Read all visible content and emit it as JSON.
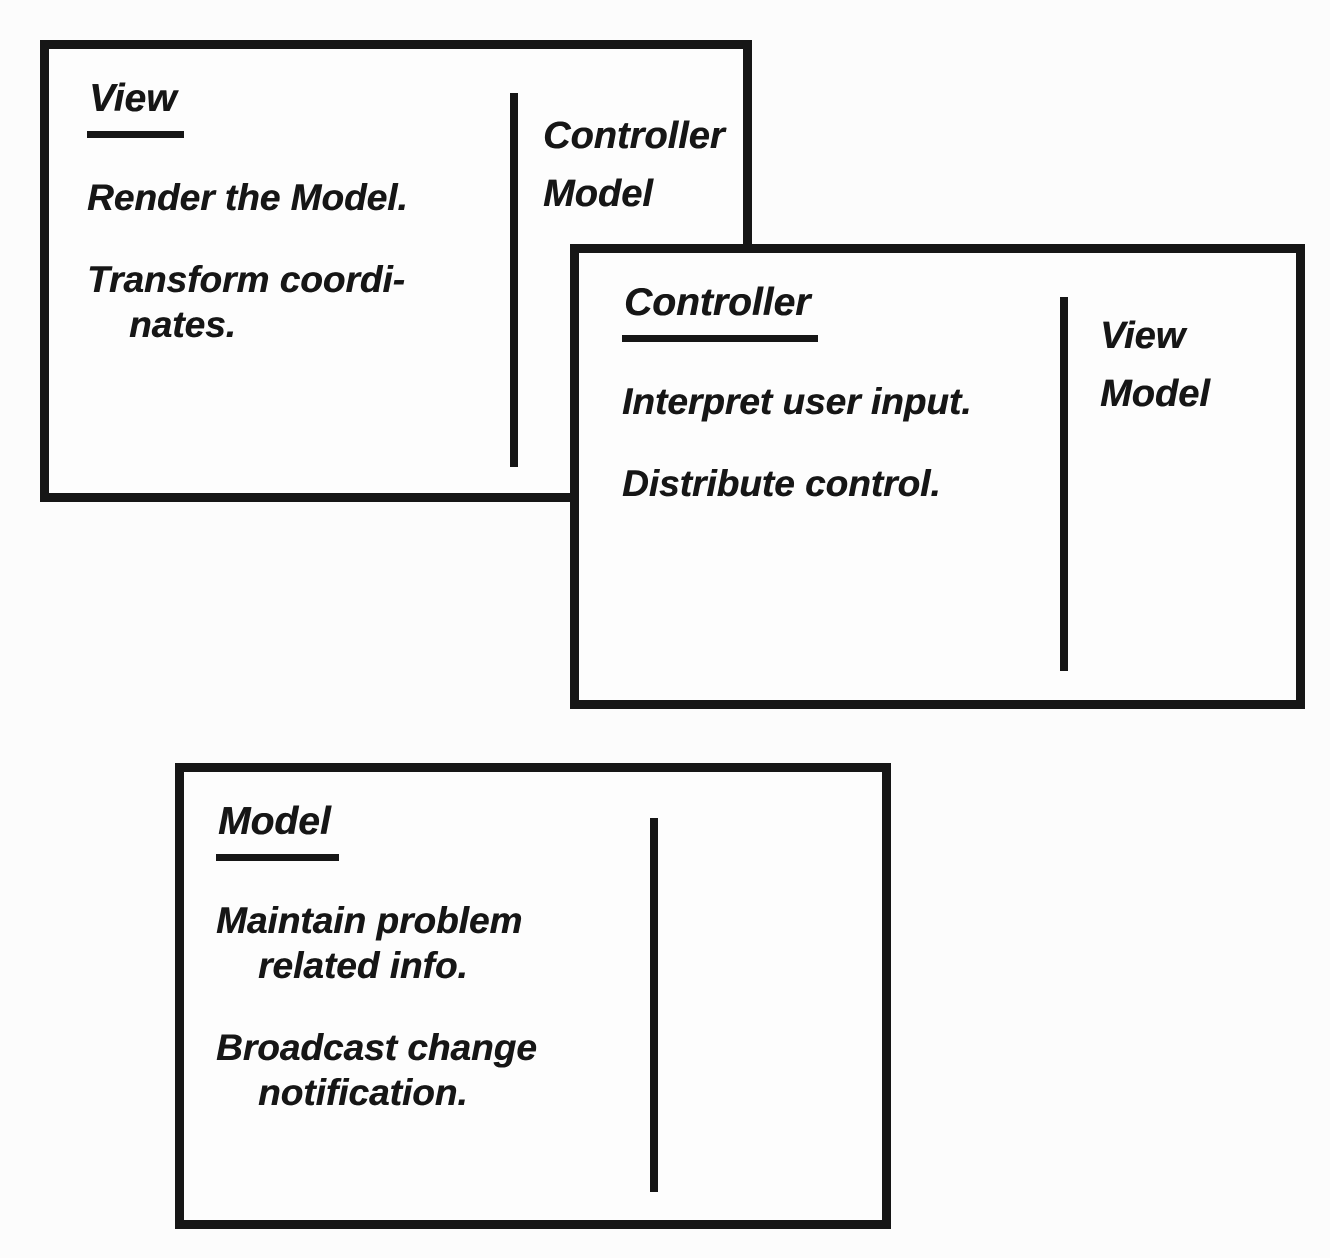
{
  "colors": {
    "ink": "#161616",
    "paper": "#fdfdfd",
    "page_background": "#fcfcfc"
  },
  "cards": [
    {
      "id": "view",
      "title": "View",
      "paragraphs": [
        [
          "Render the Model."
        ],
        [
          "Transform coordi-",
          "nates."
        ]
      ],
      "collaborators": [
        "Controller",
        "Model"
      ]
    },
    {
      "id": "controller",
      "title": "Controller",
      "paragraphs": [
        [
          "Interpret user input."
        ],
        [
          "Distribute control."
        ]
      ],
      "collaborators": [
        "View",
        "Model"
      ]
    },
    {
      "id": "model",
      "title": "Model",
      "paragraphs": [
        [
          "Maintain problem",
          "related info."
        ],
        [
          "Broadcast change",
          "notification."
        ]
      ],
      "collaborators": []
    }
  ]
}
